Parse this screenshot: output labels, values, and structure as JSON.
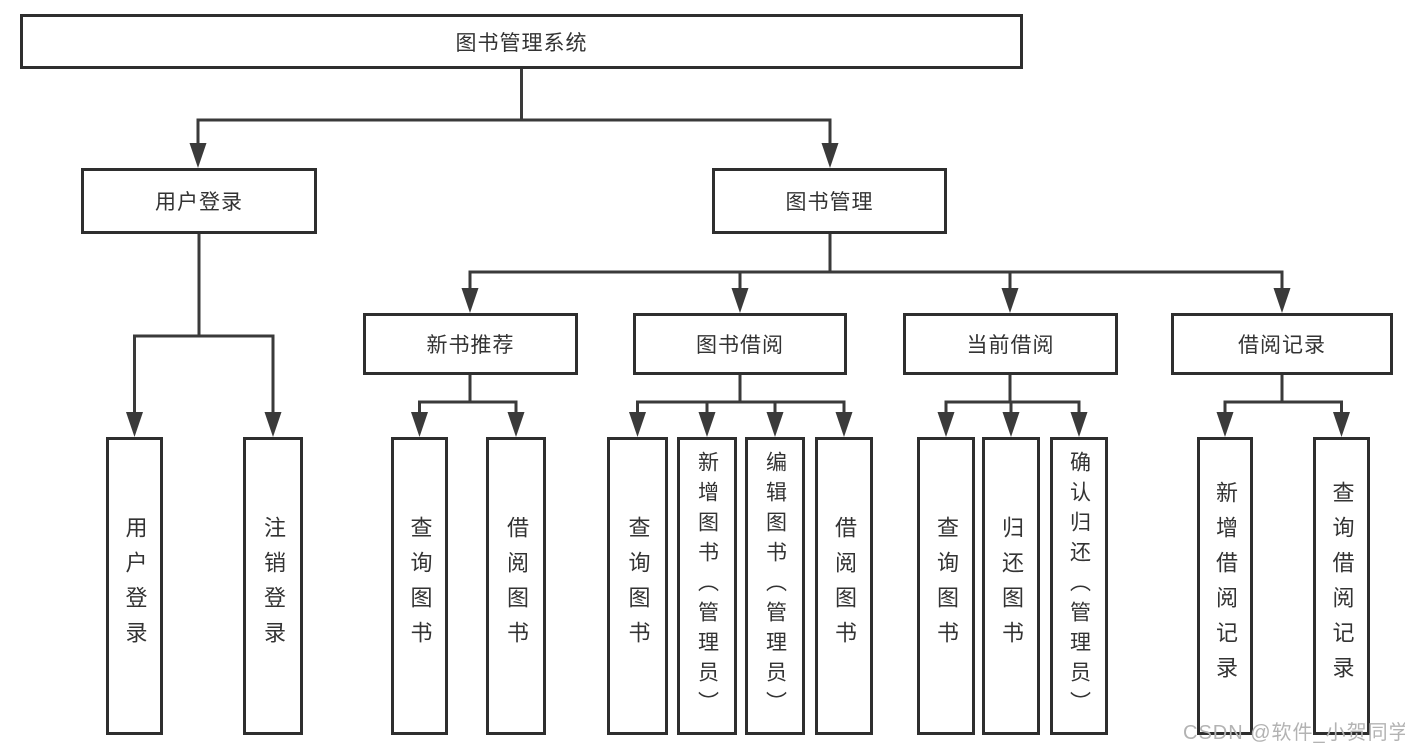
{
  "diagram": {
    "tree": {
      "label": "图书管理系统",
      "children": [
        {
          "label": "用户登录",
          "children": [
            {
              "label": "用户登录"
            },
            {
              "label": "注销登录"
            }
          ]
        },
        {
          "label": "图书管理",
          "children": [
            {
              "label": "新书推荐",
              "children": [
                {
                  "label": "查询图书"
                },
                {
                  "label": "借阅图书"
                }
              ]
            },
            {
              "label": "图书借阅",
              "children": [
                {
                  "label": "查询图书"
                },
                {
                  "label": "新增图书（管理员）"
                },
                {
                  "label": "编辑图书（管理员）"
                },
                {
                  "label": "借阅图书"
                }
              ]
            },
            {
              "label": "当前借阅",
              "children": [
                {
                  "label": "查询图书"
                },
                {
                  "label": "归还图书"
                },
                {
                  "label": "确认归还（管理员）"
                }
              ]
            },
            {
              "label": "借阅记录",
              "children": [
                {
                  "label": "新增借阅记录"
                },
                {
                  "label": "查询借阅记录"
                }
              ]
            }
          ]
        }
      ]
    },
    "colors": {
      "line": "#3a3a3a",
      "box_border": "#2e2e2e",
      "text": "#333333",
      "watermark": "#b3b3b3",
      "background": "#ffffff"
    }
  },
  "watermark": {
    "text": "CSDN @软件_小贺同学"
  }
}
